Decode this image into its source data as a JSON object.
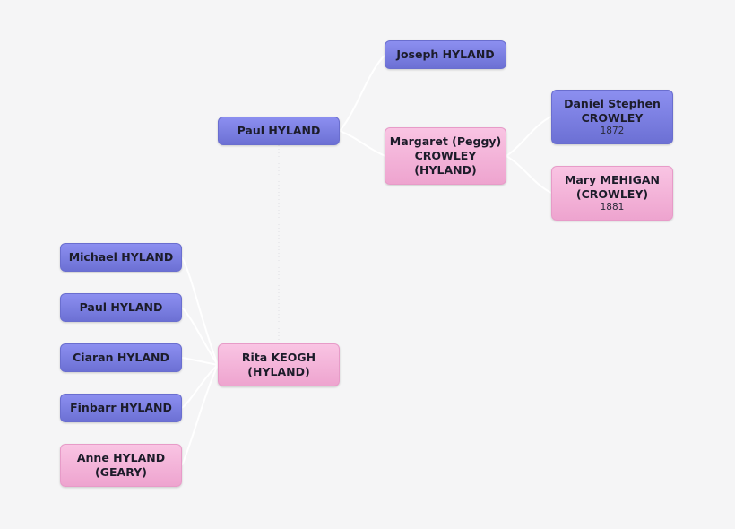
{
  "nodes": {
    "joseph_hyland": {
      "name": "Joseph HYLAND"
    },
    "paul_hyland_parent": {
      "name": "Paul HYLAND"
    },
    "margaret_crowley": {
      "name": "Margaret (Peggy)\nCROWLEY\n(HYLAND)"
    },
    "daniel_crowley": {
      "name": "Daniel Stephen\nCROWLEY",
      "year": "1872"
    },
    "mary_mehigan": {
      "name": "Mary MEHIGAN\n(CROWLEY)",
      "year": "1881"
    },
    "rita_keogh": {
      "name": "Rita KEOGH\n(HYLAND)"
    },
    "michael_hyland": {
      "name": "Michael HYLAND"
    },
    "paul_hyland_child": {
      "name": "Paul HYLAND"
    },
    "ciaran_hyland": {
      "name": "Ciaran HYLAND"
    },
    "finbarr_hyland": {
      "name": "Finbarr HYLAND"
    },
    "anne_hyland": {
      "name": "Anne HYLAND\n(GEARY)"
    }
  },
  "colors": {
    "male": "#7b7fe3",
    "female": "#f4b6d9",
    "background": "#f5f5f6",
    "connector": "#ffffff"
  }
}
